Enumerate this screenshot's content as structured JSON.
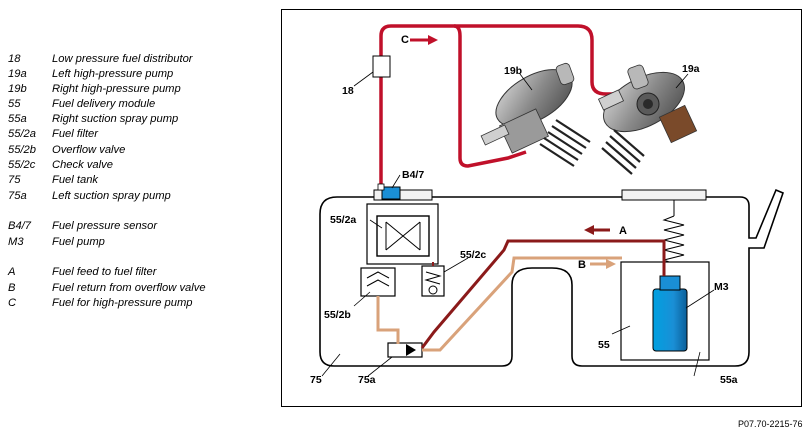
{
  "legend": [
    {
      "code": "18",
      "desc": "Low pressure fuel distributor"
    },
    {
      "code": "19a",
      "desc": "Left high-pressure pump"
    },
    {
      "code": "19b",
      "desc": "Right high-pressure pump"
    },
    {
      "code": "55",
      "desc": "Fuel delivery module"
    },
    {
      "code": "55a",
      "desc": "Right suction spray pump"
    },
    {
      "code": "55/2a",
      "desc": "Fuel filter"
    },
    {
      "code": "55/2b",
      "desc": "Overflow valve"
    },
    {
      "code": "55/2c",
      "desc": "Check valve"
    },
    {
      "code": "75",
      "desc": "Fuel tank"
    },
    {
      "code": "75a",
      "desc": "Left suction spray pump"
    },
    {
      "code": "B4/7",
      "desc": "Fuel pressure sensor"
    },
    {
      "code": "M3",
      "desc": "Fuel pump"
    },
    {
      "code": "A",
      "desc": "Fuel feed to fuel filter"
    },
    {
      "code": "B",
      "desc": "Fuel return from overflow valve"
    },
    {
      "code": "C",
      "desc": "Fuel for high-pressure pump"
    }
  ],
  "labels": {
    "c_flow": "C",
    "a_flow": "A",
    "b_flow": "B",
    "l18": "18",
    "l19a": "19a",
    "l19b": "19b",
    "lb47": "B4/7",
    "l552a": "55/2a",
    "l552b": "55/2b",
    "l552c": "55/2c",
    "l55": "55",
    "l55a": "55a",
    "lm3": "M3",
    "l75": "75",
    "l75a": "75a"
  },
  "colors": {
    "high_pressure_line": "#c0102a",
    "feed_line": "#8b1a1a",
    "return_line": "#d9a27a",
    "sensor": "#1a8fd6",
    "pump": "#1a8fd6"
  },
  "reference": "P07.70-2215-76"
}
